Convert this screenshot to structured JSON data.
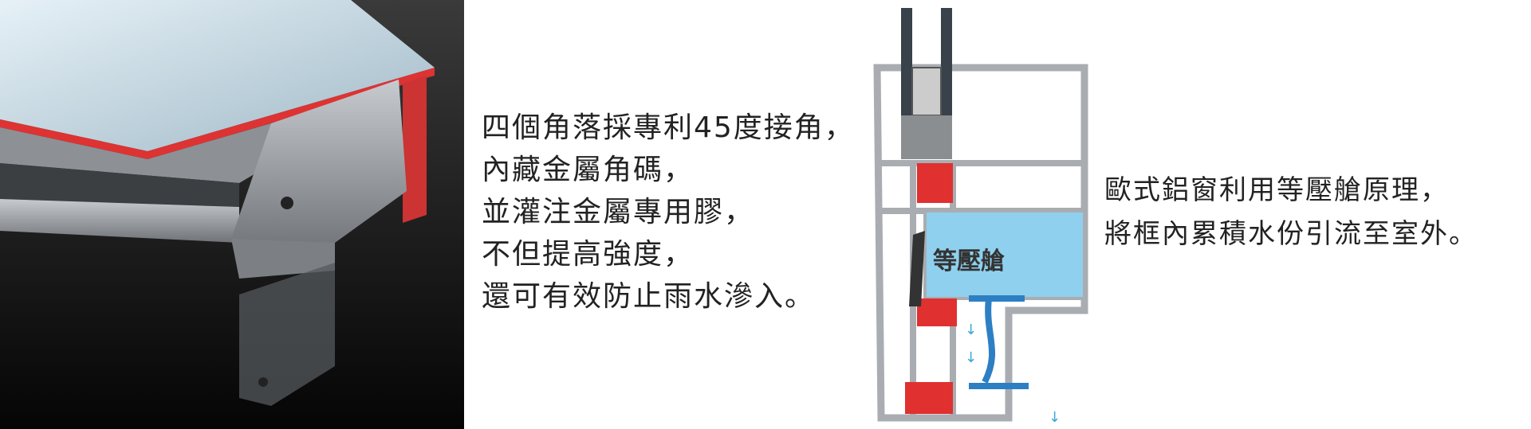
{
  "corner_section": {
    "lines": [
      "四個角落採專利45度接角，",
      "內藏金屬角碼，",
      "並灌注金屬專用膠，",
      "不但提高強度，",
      "還可有效防止雨水滲入。"
    ]
  },
  "chamber_section": {
    "diagram_label": "等壓艙",
    "lines": [
      "歐式鋁窗利用等壓艙原理，",
      "將框內累積水份引流至室外。"
    ]
  },
  "colors": {
    "aluminum": "#a9adb1",
    "thermal_break": "#e03030",
    "chamber": "#8fd0ee",
    "water": "#2d7fc4"
  }
}
